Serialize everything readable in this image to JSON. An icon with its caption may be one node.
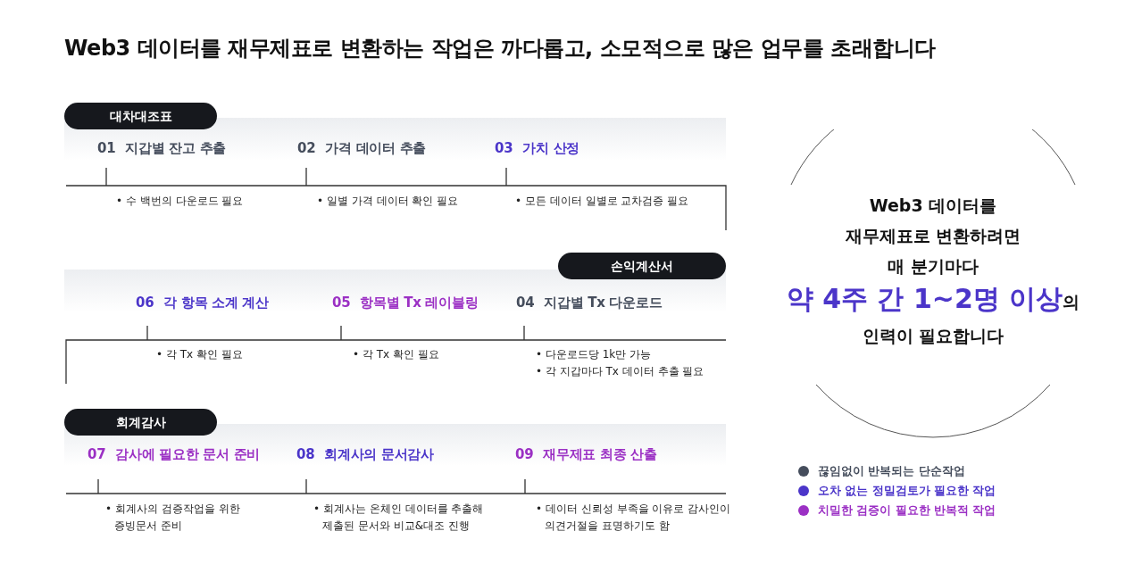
{
  "diagram": {
    "title": "Web3 데이터를 재무제표로 변환하는 작업은 까다롭고, 소모적으로 많은 업무를 초래합니다",
    "nodes": [
      {
        "text": [
          "대차대조표"
        ]
      },
      {
        "text": [
          "손익계산서"
        ]
      },
      {
        "text": [
          "회계감사"
        ]
      },
      {
        "text": [
          "Web3 데이터를 재무제표로 변환하려면 매 분기마다",
          "**약 4주 간 1~2명 이상**의 인력이 필요합니다"
        ]
      }
    ],
    "edges": [],
    "labels": [
      "**01** 지갑별 잔고 추출",
      "**02** 가격 데이터 추출",
      "**03** 가치 산정",
      "• 수 백번의 다운로드 필요",
      "• 일별 가격 데이터 확인 필요",
      "• 모든 데이터 일별로 교차검증 필요",
      "**06** 각 항목 소계 계산",
      "**05** 항목별 Tx 레이블링",
      "**04** 지갑별 Tx 다운로드",
      "• 각 Tx 확인 필요",
      "• 각 Tx 확인 필요",
      "• 다운로드당 1k만 가능",
      "• 각 지갑마다 Tx 데이터 추출 필요",
      "**07** 감사에 필요한 문서 준비",
      "**08** 회계사의 문서감사",
      "**09** 재무제표 최종 산출",
      "• 회계사의 검증작업을 위한 증빙문서 준비",
      "• 회계사는 온체인 데이터를 추출해 제출된 문서와 비교&대조 진행",
      "• 데이터 신뢰성 부족을 이유로 감사인이 의견거절을 표명하기도 함"
    ],
    "legend": [
      {
        "text": "끊임없이 반복되는 단순작업",
        "color": "#454d5c"
      },
      {
        "text": "오차 없는 정밀검토가 필요한 작업",
        "color": "#4b35c9"
      },
      {
        "text": "치밀한 검증이 필요한 반복적 작업",
        "color": "#9b30c4"
      }
    ]
  }
}
